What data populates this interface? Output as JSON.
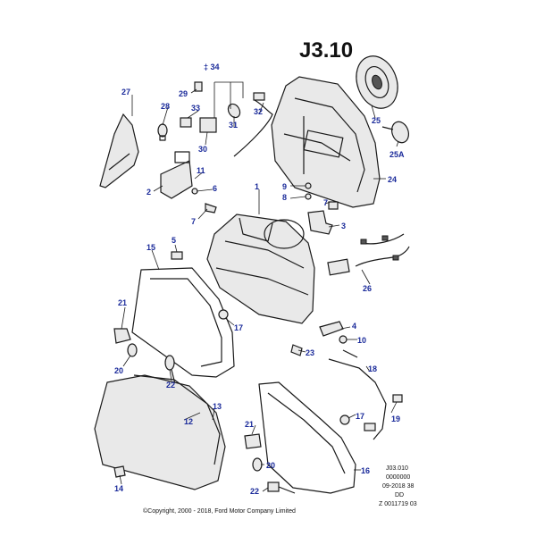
{
  "diagram": {
    "title": "J3.10",
    "callouts": {
      "c1": "1",
      "c2": "2",
      "c3": "3",
      "c4": "4",
      "c5": "5",
      "c6": "6",
      "c7a": "7",
      "c7b": "7",
      "c8": "8",
      "c9": "9",
      "c10": "10",
      "c11": "11",
      "c12": "12",
      "c13": "13",
      "c14": "14",
      "c15": "15",
      "c16": "16",
      "c17a": "17",
      "c17b": "17",
      "c18": "18",
      "c19": "19",
      "c20a": "20",
      "c20b": "20",
      "c21a": "21",
      "c21b": "21",
      "c22a": "22",
      "c22b": "22",
      "c23": "23",
      "c24": "24",
      "c25": "25",
      "c25a": "25A",
      "c26": "26",
      "c27": "27",
      "c28": "28",
      "c29": "29",
      "c30": "30",
      "c31": "31",
      "c32": "32",
      "c33": "33",
      "c34": "‡ 34"
    },
    "ref_block": [
      "J03.010",
      "0000000",
      "09-2018 38",
      "DD",
      "Z 0011719 03"
    ],
    "copyright": "©Copyright, 2000 - 2018, Ford Motor Company Limited"
  }
}
